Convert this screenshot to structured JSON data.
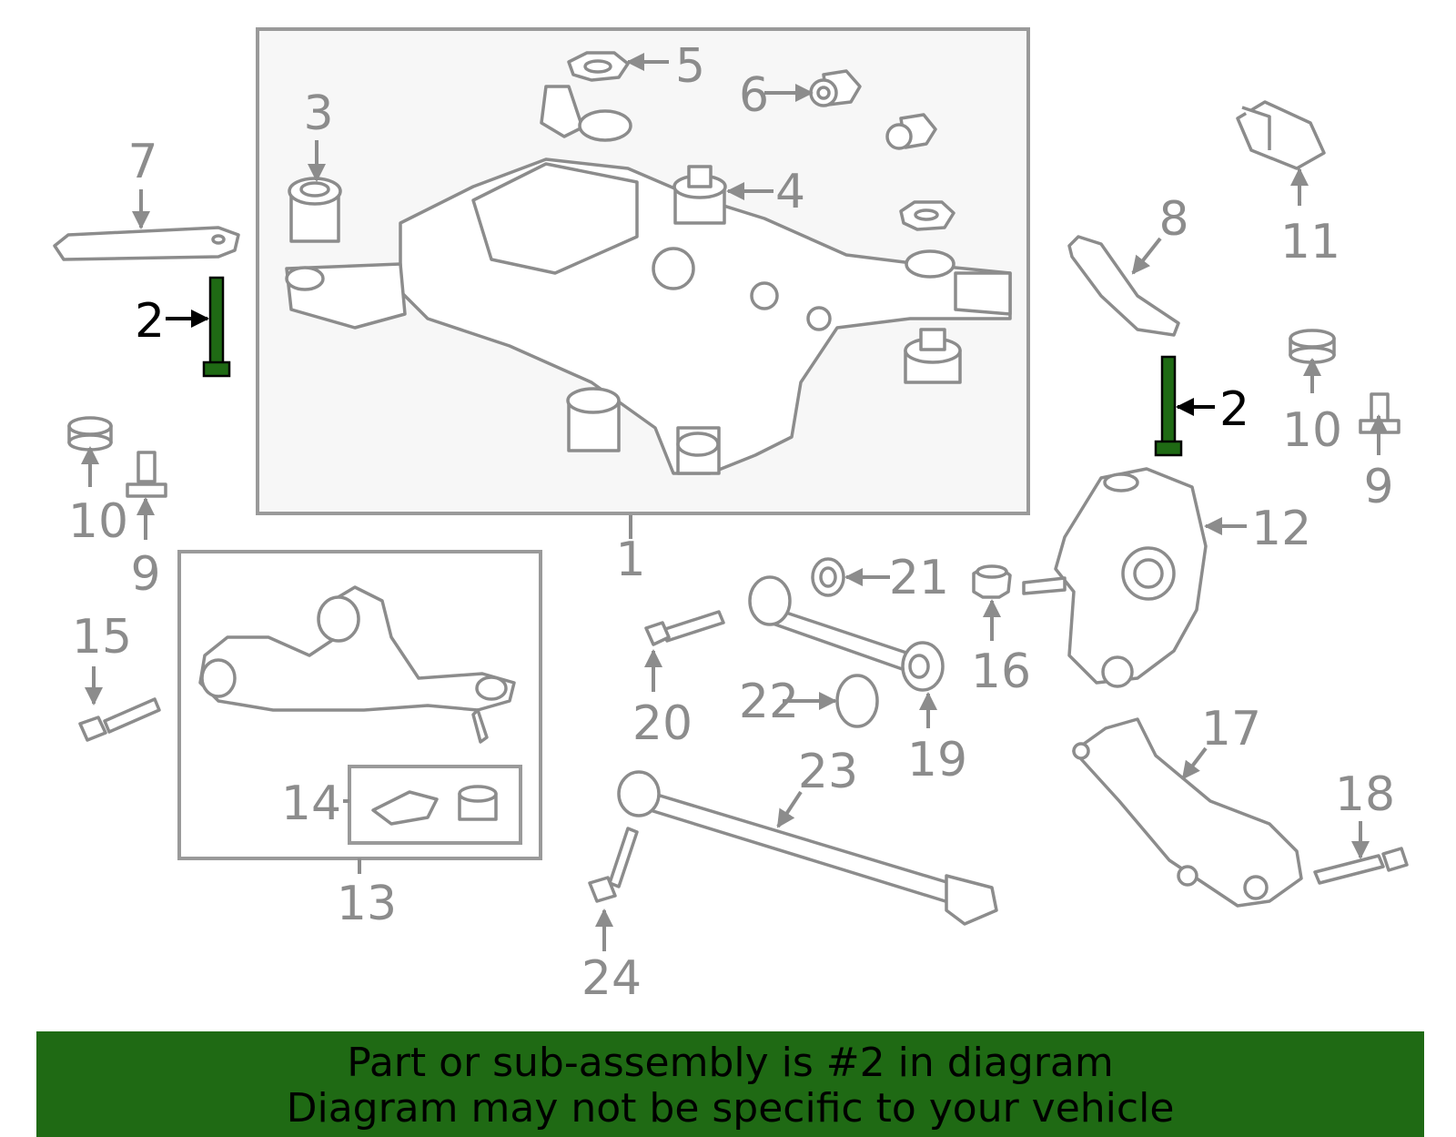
{
  "highlight_color": "#1f6a14",
  "part_color": "#8c8c8c",
  "callouts": {
    "c1": "1",
    "c2a": "2",
    "c2b": "2",
    "c3": "3",
    "c4": "4",
    "c5": "5",
    "c6": "6",
    "c7": "7",
    "c8": "8",
    "c9a": "9",
    "c9b": "9",
    "c10a": "10",
    "c10b": "10",
    "c11": "11",
    "c12": "12",
    "c13": "13",
    "c14": "14",
    "c15": "15",
    "c16": "16",
    "c17": "17",
    "c18": "18",
    "c19": "19",
    "c20": "20",
    "c21": "21",
    "c22": "22",
    "c23": "23",
    "c24": "24"
  },
  "banner": {
    "line1": "Part or sub-assembly is #2 in diagram",
    "line2": "Diagram may not be specific to your vehicle"
  }
}
